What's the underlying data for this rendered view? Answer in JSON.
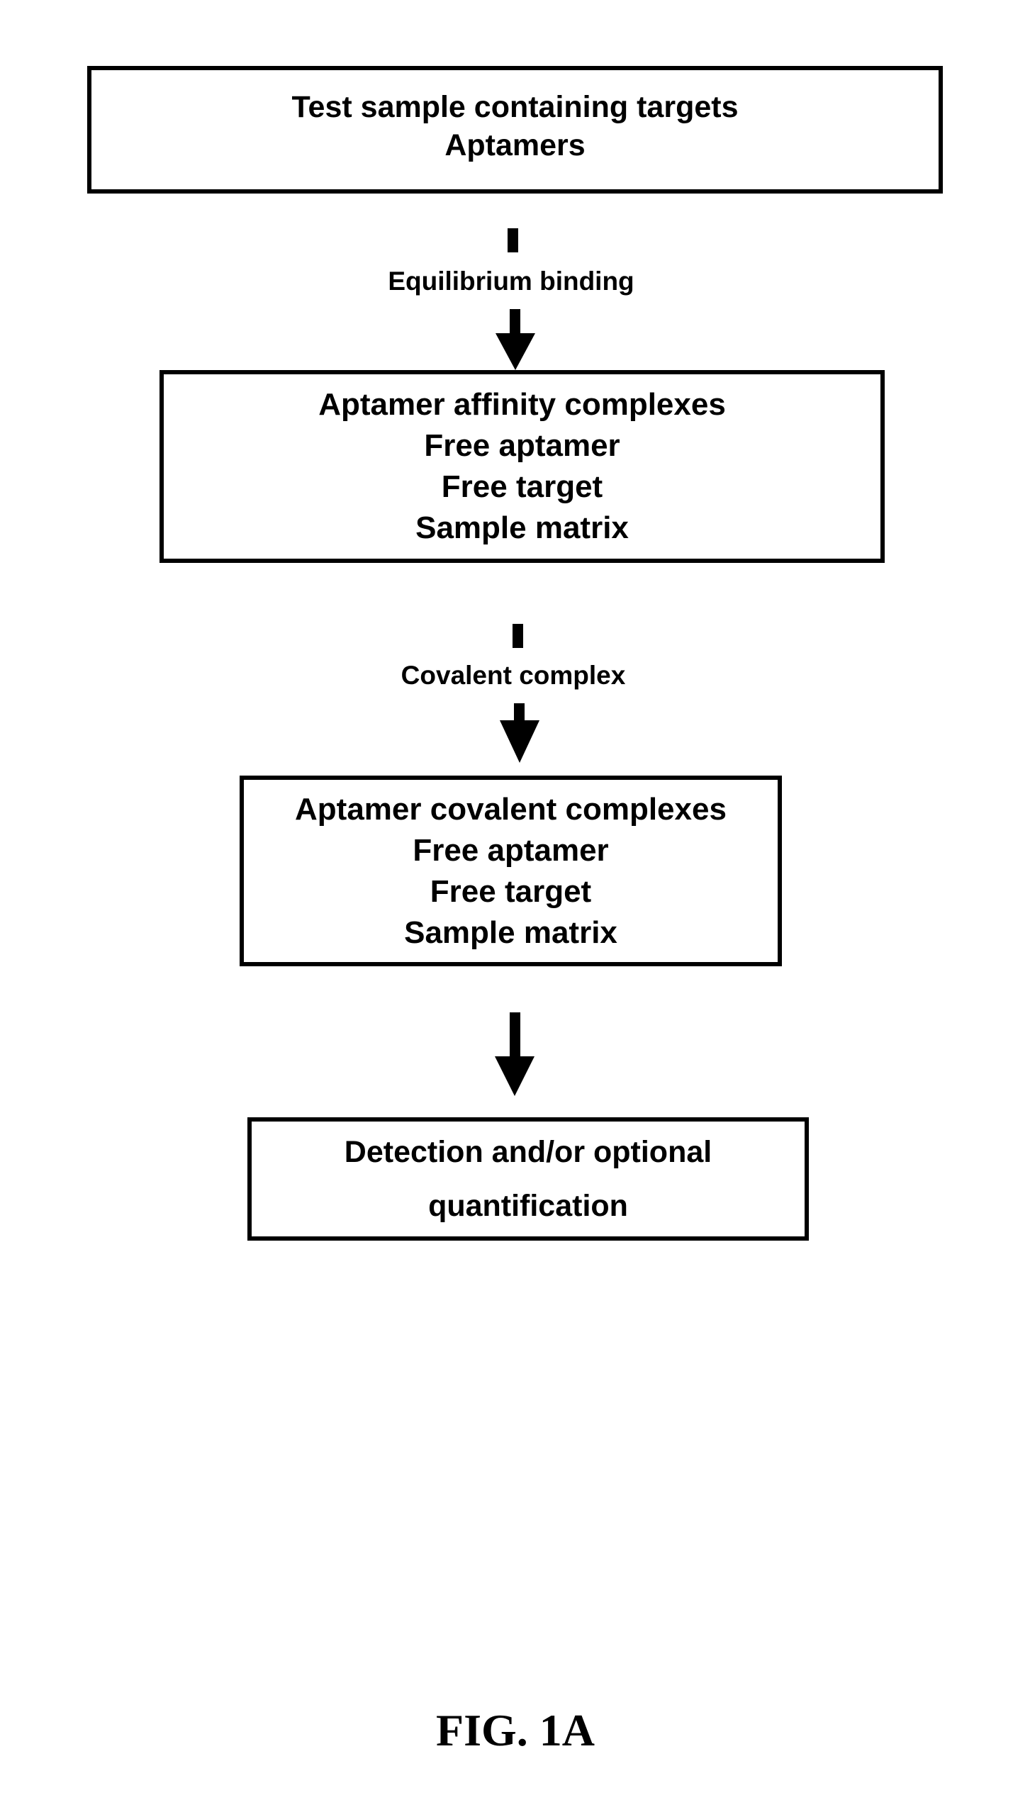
{
  "figure": {
    "caption": "FIG. 1A",
    "colors": {
      "ink": "#000000",
      "background": "#ffffff"
    },
    "boxes": [
      {
        "name": "test-sample",
        "lines": [
          "Test sample containing targets",
          "Aptamers"
        ]
      },
      {
        "name": "affinity-complexes",
        "lines": [
          "Aptamer affinity complexes",
          "Free aptamer",
          "Free target",
          "Sample matrix"
        ]
      },
      {
        "name": "covalent-complexes",
        "lines": [
          "Aptamer covalent complexes",
          "Free aptamer",
          "Free target",
          "Sample matrix"
        ]
      },
      {
        "name": "detection",
        "lines": [
          "Detection and/or optional",
          "quantification"
        ]
      }
    ],
    "connectors": [
      {
        "label": "Equilibrium binding"
      },
      {
        "label": "Covalent complex"
      },
      {
        "label": ""
      }
    ]
  }
}
